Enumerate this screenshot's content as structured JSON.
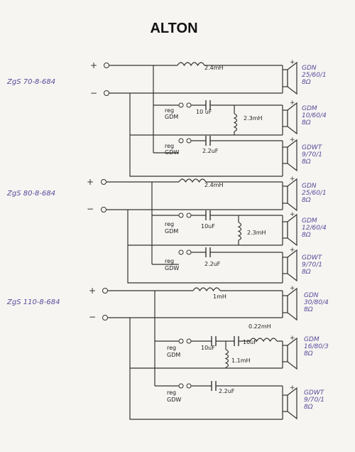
{
  "title": "ALTON",
  "sections": [
    {
      "model": "ZgS 70-8-684",
      "woofer": {
        "inductor": "2.4mH",
        "speaker": [
          "GDN",
          "25/60/1",
          "8Ω"
        ]
      },
      "mid": {
        "reg": [
          "reg",
          "GDM"
        ],
        "capacitor": "10 uF",
        "inductor": "2.3mH",
        "speaker": [
          "GDM",
          "10/60/4",
          "8Ω"
        ]
      },
      "tweeter": {
        "reg": [
          "reg",
          "GDW"
        ],
        "capacitor": "2.2uF",
        "speaker": [
          "GDWT",
          "9/70/1",
          "8Ω"
        ]
      }
    },
    {
      "model": "ZgS 80-8-684",
      "woofer": {
        "inductor": "2.4mH",
        "speaker": [
          "GDN",
          "25/60/1",
          "8Ω"
        ]
      },
      "mid": {
        "reg": [
          "reg",
          "GDM"
        ],
        "capacitor": "10uF",
        "inductor": "2.3mH",
        "speaker": [
          "GDM",
          "12/60/4",
          "8Ω"
        ]
      },
      "tweeter": {
        "reg": [
          "reg",
          "GDW"
        ],
        "capacitor": "2.2uF",
        "speaker": [
          "GDWT",
          "9/70/1",
          "8Ω"
        ]
      }
    },
    {
      "model": "ZgS 110-8-684",
      "woofer": {
        "inductor": "1mH",
        "speaker": [
          "GDN",
          "30/80/4",
          "8Ω"
        ]
      },
      "mid": {
        "reg": [
          "reg",
          "GDM"
        ],
        "capacitor": "10uF",
        "capacitor2": "10uF",
        "inductor": "1.1mH",
        "inductor2": "0.22mH",
        "speaker": [
          "GDM",
          "16/80/3",
          "8Ω"
        ]
      },
      "tweeter": {
        "reg": [
          "reg",
          "GDW"
        ],
        "capacitor": "2.2uF",
        "speaker": [
          "GDWT",
          "9/70/1",
          "8Ω"
        ]
      }
    }
  ],
  "signs": {
    "plus": "+",
    "minus": "−"
  }
}
